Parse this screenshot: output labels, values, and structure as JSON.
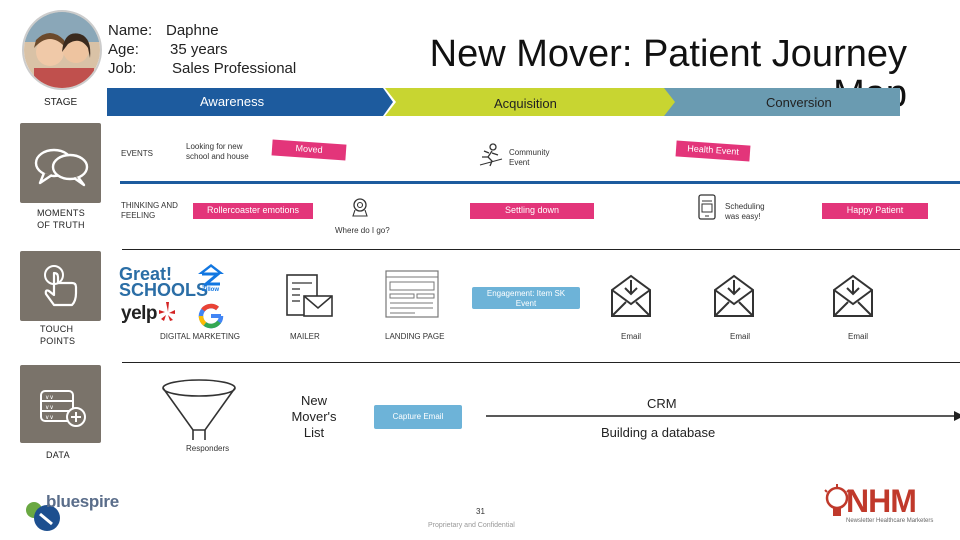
{
  "persona": {
    "name_label": "Name:",
    "name": "Daphne",
    "age_label": "Age:",
    "age": "35 years",
    "job_label": "Job:",
    "job": "Sales Professional"
  },
  "title": "New Mover: Patient Journey Map",
  "stages": {
    "label": "STAGE",
    "items": [
      {
        "label": "Awareness",
        "color": "#1d5b9e"
      },
      {
        "label": "Acquisition",
        "color": "#c8d531"
      },
      {
        "label": "Conversion",
        "color": "#6a9bb1"
      }
    ]
  },
  "moments": {
    "label": "MOMENTS OF TRUTH",
    "events_label": "EVENTS",
    "thinking_label": "THINKING AND FEELING",
    "events": [
      {
        "text": "Looking for new school and house"
      },
      {
        "text": "Moved"
      },
      {
        "text": "Community Event"
      },
      {
        "text": "Health Event"
      }
    ],
    "feelings": [
      {
        "text": "Rollercoaster emotions"
      },
      {
        "text": "Where do I go?"
      },
      {
        "text": "Settling down"
      },
      {
        "text": "Scheduling was easy!"
      },
      {
        "text": "Happy Patient"
      }
    ]
  },
  "touch": {
    "label": "TOUCH POINTS",
    "logos": [
      "Great! SCHOOLS",
      "Zillow",
      "yelp",
      "G"
    ],
    "items": [
      {
        "label": "DIGITAL MARKETING"
      },
      {
        "label": "MAILER"
      },
      {
        "label": "LANDING PAGE"
      },
      {
        "label": "Email"
      },
      {
        "label": "Email"
      },
      {
        "label": "Email"
      }
    ],
    "engagement": "Engagement: Item SK Event"
  },
  "data_section": {
    "label": "DATA",
    "list_label": "New Mover's List",
    "responders": "Responders",
    "capture": "Capture Email",
    "crm": "CRM",
    "building": "Building a database"
  },
  "footer": {
    "brand": "bluespire",
    "page": "31",
    "confidential": "Proprietary and Confidential",
    "nhm": "NHM",
    "nhm_sub": "Newsletter Healthcare Marketers"
  },
  "colors": {
    "pink": "#e3357a",
    "card_blue": "#6db3d8",
    "sidebar_gray": "#7a736a",
    "awareness_blue": "#1d5b9e",
    "acquisition_green": "#c8d531",
    "conversion_teal": "#6a9bb1",
    "timeline_blue": "#1d5b9e"
  },
  "icons": [
    "person-photo",
    "speech-bubbles-icon",
    "hand-pointer-icon",
    "database-add-icon",
    "running-figure-icon",
    "location-pin-icon",
    "phone-calendar-icon",
    "mailer-icon",
    "landing-page-icon",
    "envelope-icon",
    "funnel-icon"
  ]
}
